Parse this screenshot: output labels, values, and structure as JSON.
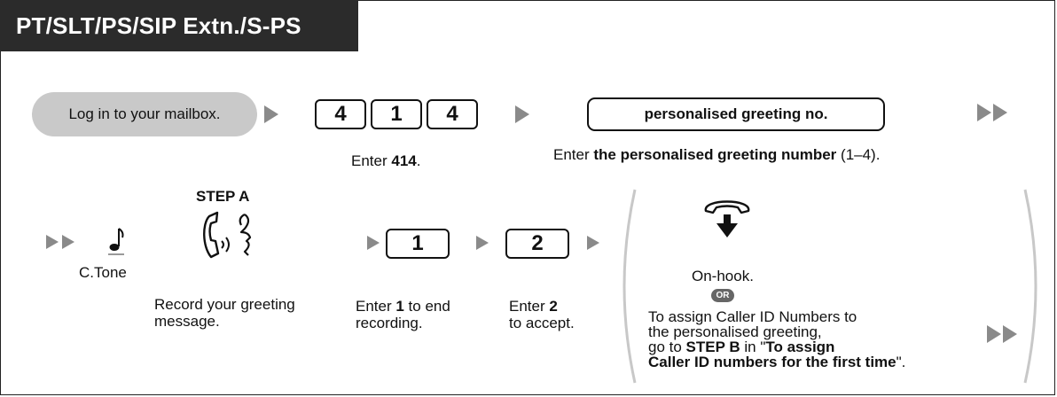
{
  "header": {
    "title": "PT/SLT/PS/SIP Extn./S-PS"
  },
  "row1": {
    "login_pill": "Log in to your mailbox.",
    "keys": [
      "4",
      "1",
      "4"
    ],
    "enter_414_prefix": "Enter ",
    "enter_414_bold": "414",
    "enter_414_suffix": ".",
    "greeting_box": "personalised greeting no.",
    "greeting_desc_prefix": "Enter ",
    "greeting_desc_bold": "the personalised greeting number",
    "greeting_desc_suffix": " (1–4)."
  },
  "row2": {
    "step_label": "STEP A",
    "ctone_label": "C.Tone",
    "record_line1": "Record your greeting",
    "record_line2": "message.",
    "key1": "1",
    "key1_prefix": "Enter ",
    "key1_bold": "1",
    "key1_suffix": " to end",
    "key1_line2": "recording.",
    "key2": "2",
    "key2_prefix": "Enter ",
    "key2_bold": "2",
    "key2_line2": "to accept.",
    "onhook_label": "On-hook.",
    "or_label": "OR",
    "assign_line1": "To assign Caller ID Numbers to",
    "assign_line2": "the personalised greeting,",
    "assign_line3_prefix": "go to ",
    "assign_line3_bold1": "STEP B",
    "assign_line3_mid": " in \"",
    "assign_line3_bold2": "To assign",
    "assign_line4_bold": "Caller ID numbers for the first time",
    "assign_line4_suffix": "\"."
  },
  "icons": {
    "arrow": "arrow-right-icon",
    "double_arrow": "double-arrow-right-icon",
    "note": "musical-note-icon",
    "speaking": "handset-speaking-icon",
    "onhook": "handset-onhook-icon"
  },
  "colors": {
    "header_bg": "#2b2b2b",
    "pill_bg": "#c9c9c9",
    "arrow": "#8a8a8a",
    "or_badge": "#666666"
  }
}
